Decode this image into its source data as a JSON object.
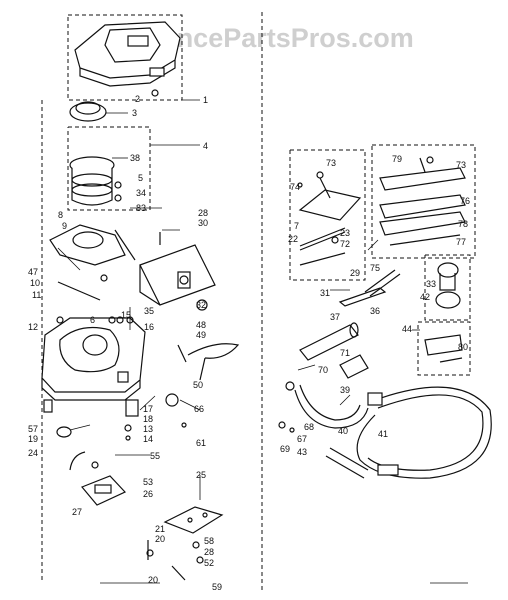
{
  "watermark": "AppliancePartsPros.com",
  "callouts": {
    "c1": "1",
    "c2": "2",
    "c3": "3",
    "c4": "4",
    "c38": "38",
    "c5": "5",
    "c34": "34",
    "c83": "83",
    "c8": "8",
    "c9": "9",
    "c28": "28",
    "c30": "30",
    "c47": "47",
    "c10": "10",
    "c11": "11",
    "c32": "32",
    "c12": "12",
    "c6": "6",
    "c15": "15",
    "c35": "35",
    "c16": "16",
    "c48": "48",
    "c49": "49",
    "c50": "50",
    "c17": "17",
    "c18": "18",
    "c13": "13",
    "c14": "14",
    "c66": "66",
    "c61": "61",
    "c57": "57",
    "c19": "19",
    "c24": "24",
    "c55": "55",
    "c53": "53",
    "c26": "26",
    "c25": "25",
    "c27": "27",
    "c21": "21",
    "c20a": "20",
    "c20b": "20",
    "c58": "58",
    "c28b": "28",
    "c52": "52",
    "c59": "59",
    "c73a": "73",
    "c74": "74",
    "c7": "7",
    "c22": "22",
    "c23": "23",
    "c72": "72",
    "c29": "29",
    "c31": "31",
    "c79": "79",
    "c73b": "73",
    "c76": "76",
    "c78": "78",
    "c77": "77",
    "c75": "75",
    "c33": "33",
    "c42": "42",
    "c36": "36",
    "c44": "44",
    "c80": "80",
    "c37": "37",
    "c71": "71",
    "c70": "70",
    "c39": "39",
    "c41": "41",
    "c68": "68",
    "c69": "69",
    "c67": "67",
    "c40": "40",
    "c43": "43"
  }
}
